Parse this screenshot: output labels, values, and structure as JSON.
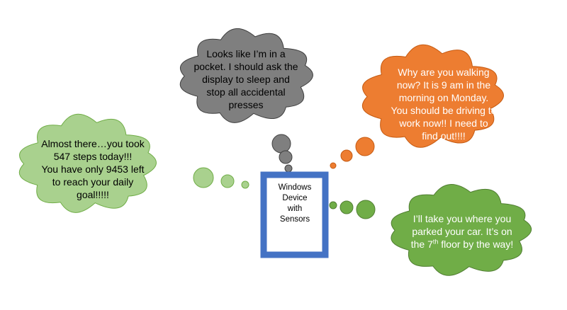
{
  "device": {
    "label_lines": [
      "Windows",
      "Device",
      "with",
      "Sensors"
    ],
    "frame_color": "#4472C4"
  },
  "thoughts": {
    "pocket": {
      "lines": [
        "Looks like I’m in a",
        "pocket. I should ask the",
        "display to sleep and",
        "stop all accidental",
        "presses"
      ],
      "fill": "#7F7F7F",
      "stroke": "#3F3F3F",
      "text_color": "#000000"
    },
    "walking": {
      "lines": [
        "Why are you walking",
        "now? It is 9 am in the",
        "morning on Monday.",
        "You should be driving to",
        "work now!! I need to",
        "find out!!!!"
      ],
      "fill": "#ED7D31",
      "stroke": "#C55A11",
      "text_color": "#ffffff"
    },
    "steps": {
      "lines": [
        "Almost there…you took",
        "547 steps today!!!",
        "You have only 9453 left",
        "to reach your daily",
        "goal!!!!!"
      ],
      "fill": "#A9D18E",
      "stroke": "#70AD47",
      "text_color": "#000000"
    },
    "car": {
      "lines_pre": [
        "I’ll take you where you",
        "parked your car. It’s on"
      ],
      "line_last_prefix": "the 7",
      "line_last_sup": "th",
      "line_last_suffix": " floor by the way!",
      "fill": "#70AD47",
      "stroke": "#507E32",
      "text_color": "#ffffff"
    }
  }
}
